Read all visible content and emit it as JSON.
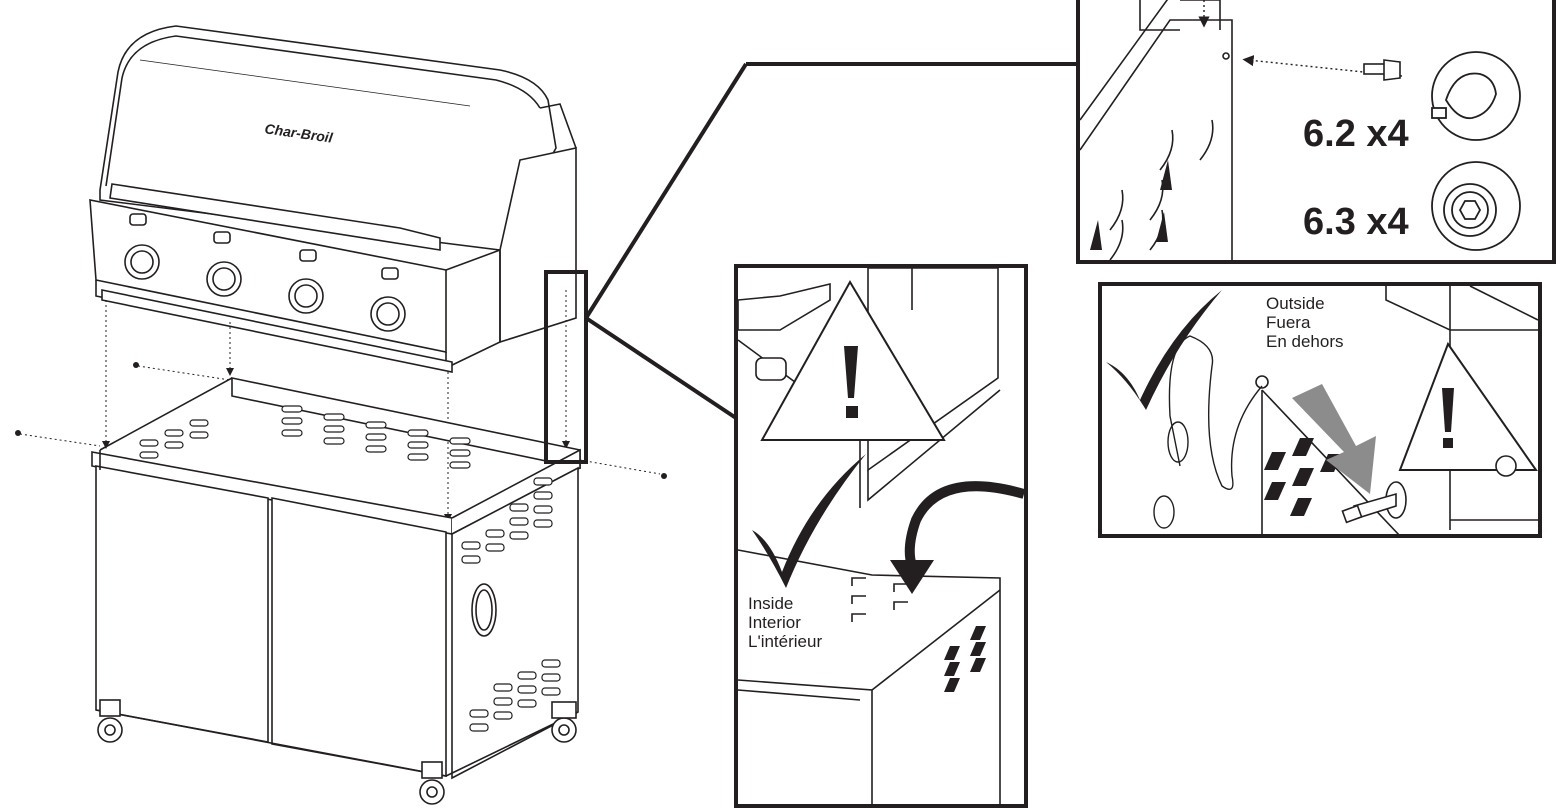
{
  "grill": {
    "brand_logo": "Char-Broil"
  },
  "detail_top": {
    "hardware": [
      {
        "qty": "6.2 x4",
        "icon": "hand-tighten-icon"
      },
      {
        "qty": "6.3 x4",
        "icon": "socket-wrench-icon"
      }
    ]
  },
  "detail_inside": {
    "lines": [
      "Inside",
      "Interior",
      "L'intérieur"
    ],
    "symbols": [
      "warning-triangle-icon",
      "checkmark-icon",
      "curved-arrow-icon"
    ]
  },
  "detail_outside": {
    "lines": [
      "Outside",
      "Fuera",
      "En dehors"
    ],
    "symbols": [
      "checkmark-icon",
      "warning-triangle-icon",
      "gray-down-arrow-icon"
    ]
  },
  "colors": {
    "line": "#231f20",
    "arrow_gray": "#8c8c8c",
    "background": "#ffffff"
  }
}
